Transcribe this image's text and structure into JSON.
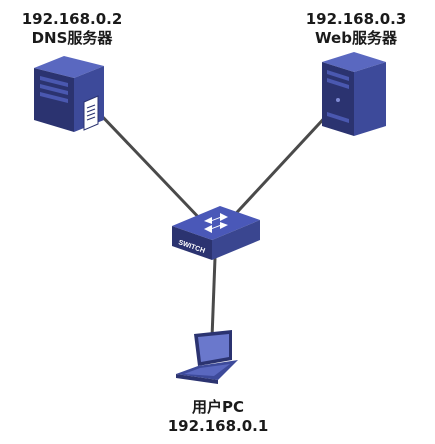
{
  "nodes": {
    "dns_server": {
      "ip": "192.168.0.2",
      "name": "DNS服务器",
      "icon": "server-tower-icon"
    },
    "web_server": {
      "ip": "192.168.0.3",
      "name": "Web服务器",
      "icon": "server-tower-icon"
    },
    "switch": {
      "badge": "SWITCH",
      "icon": "network-switch-icon"
    },
    "user_pc": {
      "name": "用户PC",
      "ip": "192.168.0.1",
      "icon": "laptop-icon"
    }
  },
  "colors": {
    "link": "#4a4a4a",
    "device_dark": "#2b3370",
    "device_mid": "#3d4a9a",
    "device_light": "#5a68c0"
  }
}
